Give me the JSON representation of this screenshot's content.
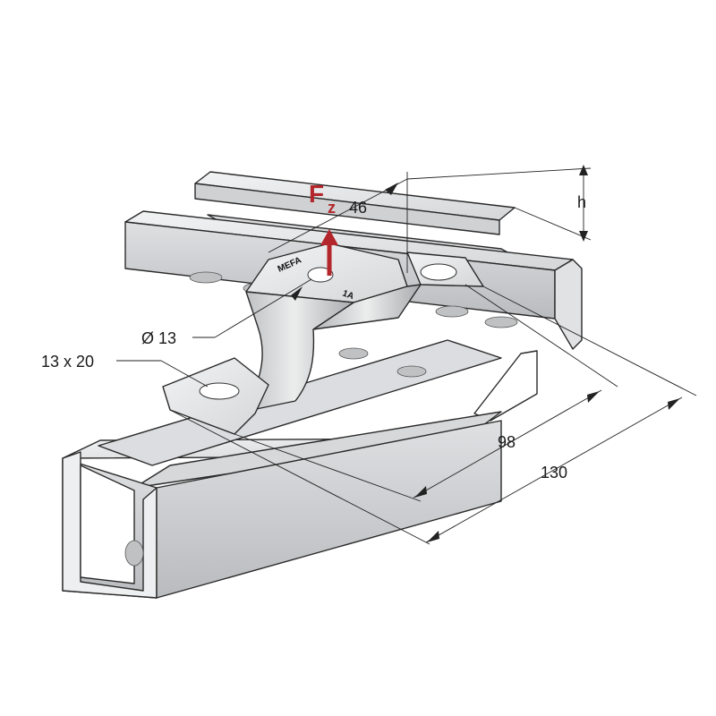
{
  "diagram": {
    "force": {
      "symbol": "F",
      "subscript": "z",
      "color": "#b3262b"
    },
    "dimensions": {
      "top_width": "46",
      "height": "h",
      "hole_diameter": "Ø 13",
      "slot": "13 x 20",
      "inner_span": "98",
      "outer_span": "130"
    },
    "stamps": {
      "brand": "MEFA",
      "code": "1A"
    },
    "colors": {
      "steel_light": "#e6e7e8",
      "steel_mid": "#c9cbcd",
      "steel_dark": "#9a9c9f",
      "outline": "#2a2a2a",
      "background": "#ffffff"
    }
  }
}
